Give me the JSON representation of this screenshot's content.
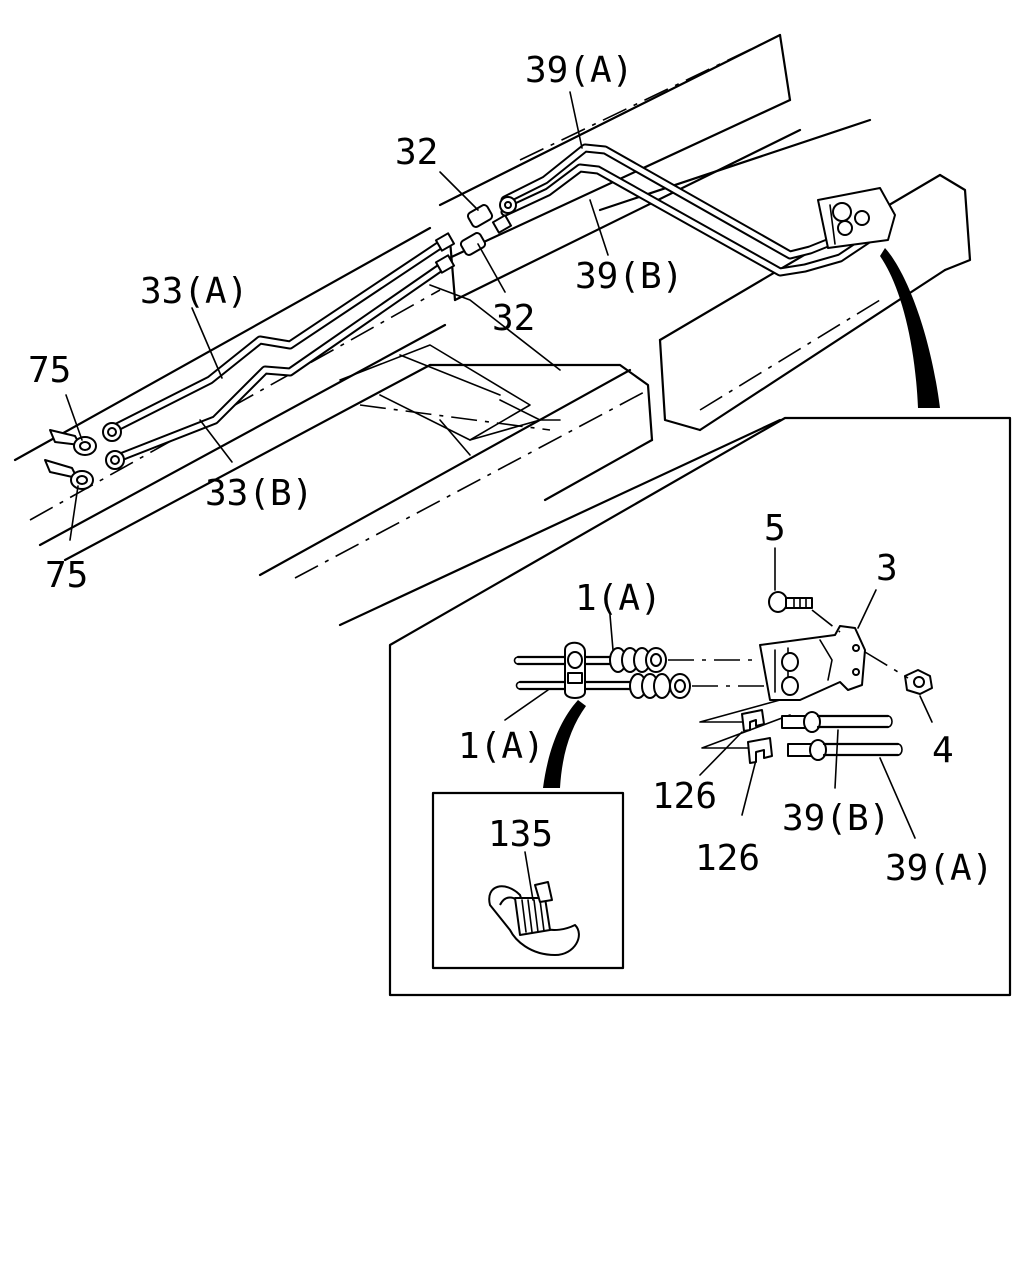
{
  "diagram": {
    "labels": {
      "l39a_top": "39(A)",
      "l32_top": "32",
      "l39b_top": "39(B)",
      "l32_mid": "32",
      "l33a": "33(A)",
      "l75_top": "75",
      "l33b": "33(B)",
      "l75_bottom": "75",
      "l5": "5",
      "l3": "3",
      "l1a_top": "1(A)",
      "l4": "4",
      "l1a_bottom": "1(A)",
      "l126_top": "126",
      "l39b_detail": "39(B)",
      "l126_bottom": "126",
      "l39a_detail": "39(A)",
      "l135": "135"
    }
  }
}
